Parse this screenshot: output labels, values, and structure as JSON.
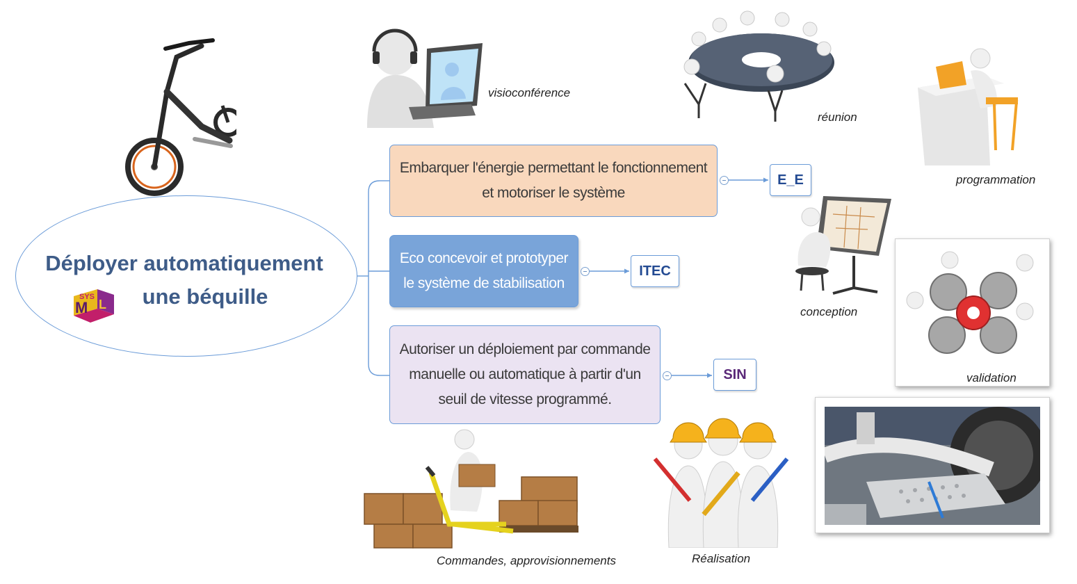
{
  "root": {
    "line1": "Déployer automatiquement",
    "line2": "une béquille",
    "logo_text": "SysML"
  },
  "branches": [
    {
      "line1": "Embarquer l'énergie permettant le fonctionnement",
      "line2": "et motoriser le système",
      "tag": "E_E",
      "color": "#f9d8bd"
    },
    {
      "line1": "Eco concevoir et prototyper",
      "line2": "le système de stabilisation",
      "tag": "ITEC",
      "color": "#79a4d9"
    },
    {
      "line1": "Autoriser un déploiement par commande",
      "line2": "manuelle ou automatique à partir d'un",
      "line3": "seuil de vitesse programmé.",
      "tag": "SIN",
      "color": "#ebe3f2"
    }
  ],
  "captions": {
    "visio": "visioconférence",
    "reunion": "réunion",
    "programmation": "programmation",
    "conception": "conception",
    "validation": "validation",
    "commandes": "Commandes, approvisionnements",
    "realisation": "Réalisation"
  },
  "colors": {
    "connector": "#6a9bd8",
    "title": "#3e5c88",
    "tag_blue": "#234a92",
    "tag_purple": "#5a2878"
  }
}
